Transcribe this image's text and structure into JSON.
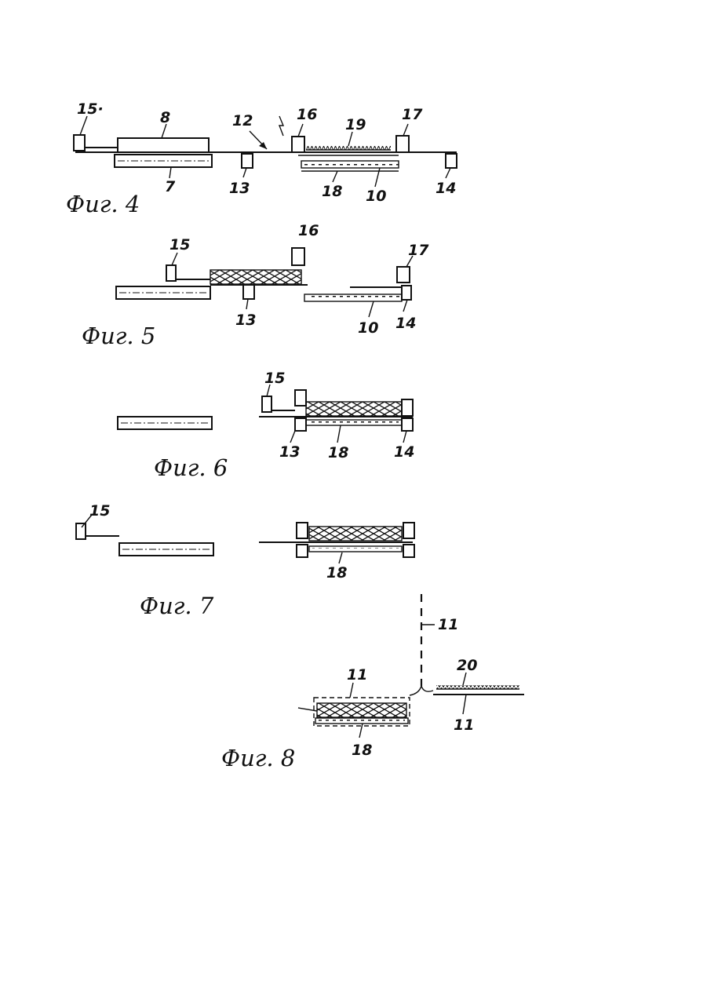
{
  "figures": [
    {
      "id": "fig4",
      "caption": "Фиг. 4",
      "labels": {
        "l15": "15·",
        "l8": "8",
        "l12": "12",
        "l16": "16",
        "l19": "19",
        "l17": "17",
        "l7": "7",
        "l13": "13",
        "l18": "18",
        "l10": "10",
        "l14": "14"
      }
    },
    {
      "id": "fig5",
      "caption": "Фиг. 5",
      "labels": {
        "l15": "15",
        "l16": "16",
        "l17": "17",
        "l13": "13",
        "l10": "10",
        "l14": "14"
      }
    },
    {
      "id": "fig6",
      "caption": "Фиг. 6",
      "labels": {
        "l15": "15",
        "l13": "13",
        "l18": "18",
        "l14": "14"
      }
    },
    {
      "id": "fig7",
      "caption": "Фиг. 7",
      "labels": {
        "l15": "15",
        "l18": "18"
      }
    },
    {
      "id": "fig8",
      "caption": "Фиг. 8",
      "labels": {
        "l11a": "11",
        "l11b": "11",
        "l20": "20",
        "l11c": "11",
        "l18": "18"
      }
    }
  ]
}
